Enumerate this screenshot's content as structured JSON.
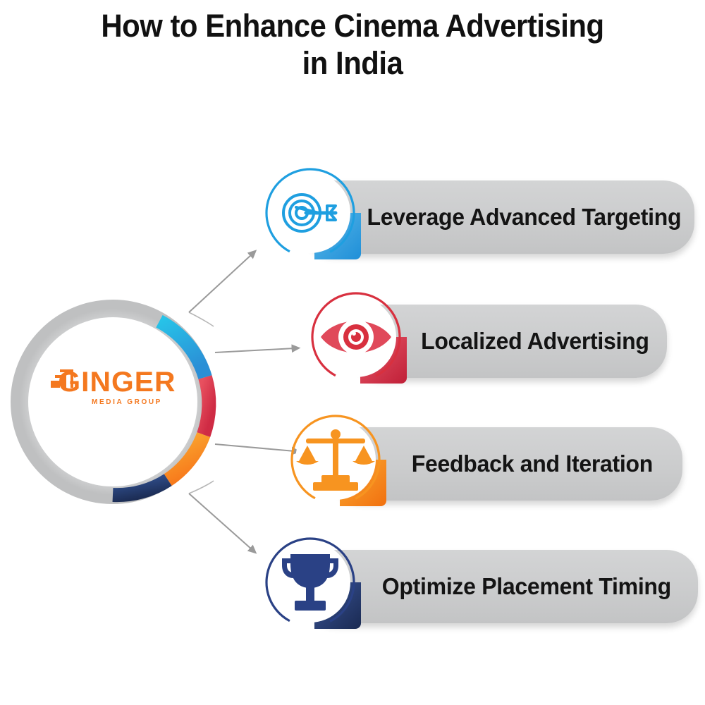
{
  "title": "How to Enhance Cinema Advertising in India",
  "title_line1": "How to Enhance Cinema Advertising",
  "title_line2": "in India",
  "brand": {
    "name": "GINGER",
    "tagline": "MEDIA GROUP",
    "logo_icon": "ascending-bars-icon",
    "color": "#F4781F"
  },
  "hub": {
    "ring_base_color": "#c9cacb",
    "segments": [
      {
        "name": "segment-cyan",
        "color_from": "#27c3e8",
        "color_to": "#2b8fd6"
      },
      {
        "name": "segment-red",
        "color_from": "#e8505f",
        "color_to": "#cf2b44"
      },
      {
        "name": "segment-orange",
        "color_from": "#fbb034",
        "color_to": "#f7791b"
      },
      {
        "name": "segment-navy",
        "color_from": "#2c4a86",
        "color_to": "#1b2b52"
      }
    ]
  },
  "connector": {
    "color": "#9a9a9a",
    "arrow_count": 4
  },
  "items": [
    {
      "label": "Leverage Advanced Targeting",
      "icon": "target-arrow-icon",
      "color": "#1f9fe0",
      "color_dark": "#1b7fc4",
      "pill_color": "#cbcccd"
    },
    {
      "label": "Localized Advertising",
      "icon": "eye-icon",
      "color": "#d8303f",
      "color_dark": "#b51f34",
      "pill_color": "#cbcccd"
    },
    {
      "label": "Feedback and Iteration",
      "icon": "balance-scales-icon",
      "color": "#f79420",
      "color_dark": "#f3791a",
      "pill_color": "#cbcccd"
    },
    {
      "label": "Optimize Placement Timing",
      "icon": "trophy-icon",
      "color": "#2a4185",
      "color_dark": "#1d3068",
      "pill_color": "#cbcccd"
    }
  ]
}
